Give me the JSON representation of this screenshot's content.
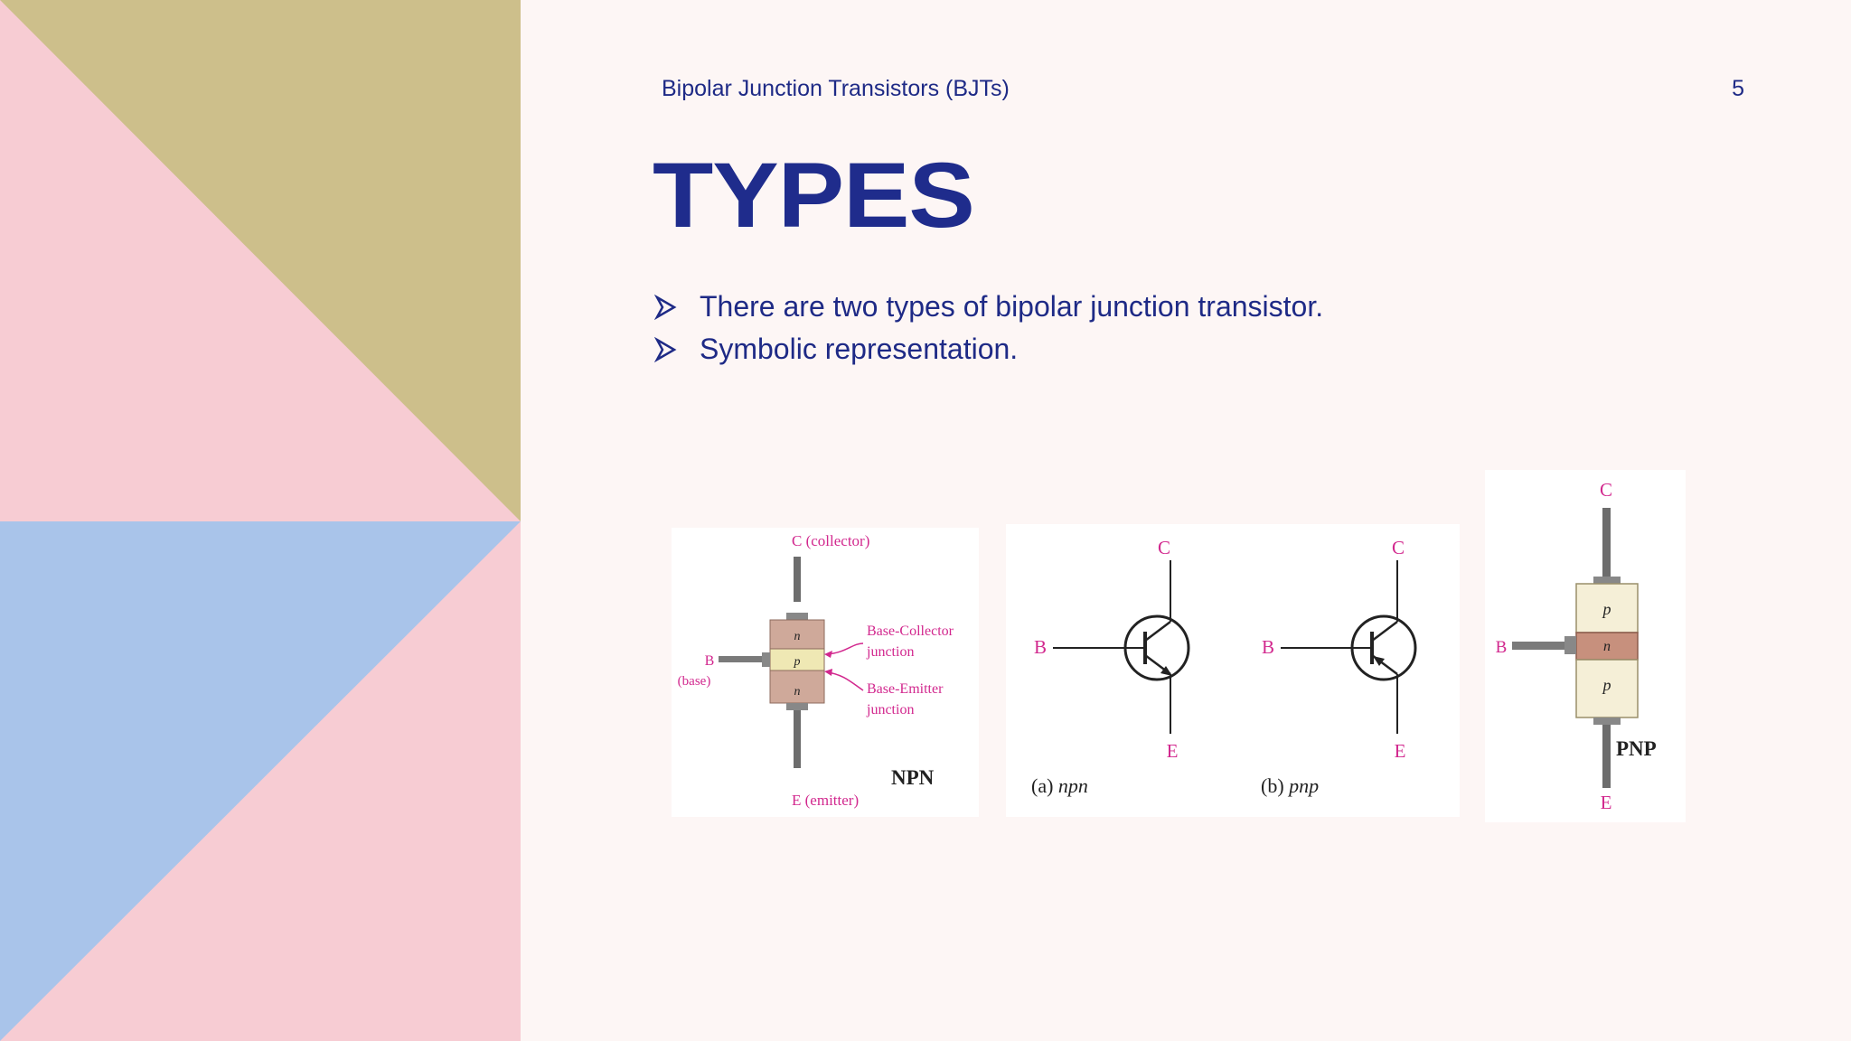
{
  "header": {
    "title": "Bipolar Junction Transistors (BJTs)",
    "page_number": "5"
  },
  "slide": {
    "title": "TYPES",
    "bullets": [
      "There are two types of bipolar junction transistor.",
      "Symbolic representation."
    ]
  },
  "colors": {
    "title": "#1f2c8c",
    "text": "#1e2a86",
    "tan": "#cdbf8b",
    "pink": "#f7ccd3",
    "blue": "#a9c4ea",
    "diagram_label": "#d2288e"
  },
  "icons": {
    "bullet": "arrowhead-bullet-icon"
  },
  "figures": {
    "npn_structure": {
      "collector": "C (collector)",
      "base": "B",
      "base_sub": "(base)",
      "emitter": "E (emitter)",
      "bc_junction_1": "Base-Collector",
      "bc_junction_2": "junction",
      "be_junction_1": "Base-Emitter",
      "be_junction_2": "junction",
      "layers": [
        "n",
        "p",
        "n"
      ],
      "name": "NPN"
    },
    "symbols": {
      "npn": {
        "c": "C",
        "b": "B",
        "e": "E",
        "caption_prefix": "(a) ",
        "caption_type": "npn"
      },
      "pnp": {
        "c": "C",
        "b": "B",
        "e": "E",
        "caption_prefix": "(b) ",
        "caption_type": "pnp"
      }
    },
    "pnp_structure": {
      "collector": "C",
      "base": "B",
      "emitter": "E",
      "layers": [
        "p",
        "n",
        "p"
      ],
      "name": "PNP"
    }
  }
}
